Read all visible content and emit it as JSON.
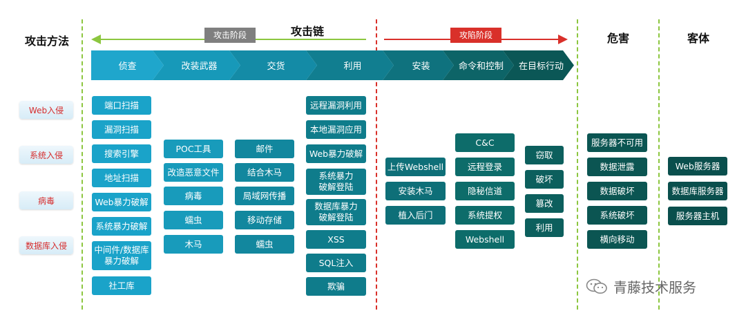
{
  "headers": {
    "methods": "攻击方法",
    "chain": "攻击链",
    "harm": "危害",
    "object": "客体"
  },
  "phases": {
    "attack": "攻击阶段",
    "compromise": "攻陷阶段"
  },
  "colors": {
    "green_line": "#8cc63f",
    "red_line": "#d9302a",
    "attack_tag": "#7f7f7f",
    "compromise_tag": "#d9302a"
  },
  "chain_steps": [
    {
      "label": "侦查",
      "color": "#1fa6cc"
    },
    {
      "label": "改装武器",
      "color": "#1799b9"
    },
    {
      "label": "交货",
      "color": "#148ba6"
    },
    {
      "label": "利用",
      "color": "#117e90"
    },
    {
      "label": "安装",
      "color": "#0f727e"
    },
    {
      "label": "命令和控制",
      "color": "#0d6467"
    },
    {
      "label": "在目标行动",
      "color": "#0b5756"
    }
  ],
  "methods": [
    "Web入侵",
    "系统入侵",
    "病毒",
    "数据库入侵"
  ],
  "recon": [
    "端口扫描",
    "漏洞扫描",
    "搜索引擎",
    "地址扫描",
    "Web暴力破解",
    "系统暴力破解",
    "中间件/数据库\n暴力破解",
    "社工库"
  ],
  "weapon": [
    "POC工具",
    "改造恶意文件",
    "病毒",
    "蠕虫",
    "木马"
  ],
  "delivery": [
    "邮件",
    "结合木马",
    "局域网传播",
    "移动存储",
    "蠕虫"
  ],
  "exploit": [
    "远程漏洞利用",
    "本地漏洞应用",
    "Web暴力破解",
    "系统暴力\n破解登陆",
    "数据库暴力\n破解登陆",
    "XSS",
    "SQL注入",
    "欺骗"
  ],
  "install": [
    "上传Webshell",
    "安装木马",
    "植入后门"
  ],
  "c2": [
    "C&C",
    "远程登录",
    "隐秘信道",
    "系统提权",
    "Webshell"
  ],
  "action": [
    "窃取",
    "破坏",
    "篡改",
    "利用"
  ],
  "harm": [
    "服务器不可用",
    "数据泄露",
    "数据破坏",
    "系统破坏",
    "横向移动"
  ],
  "object": [
    "Web服务器",
    "数据库服务器",
    "服务器主机"
  ],
  "watermark": "青藤技术服务"
}
